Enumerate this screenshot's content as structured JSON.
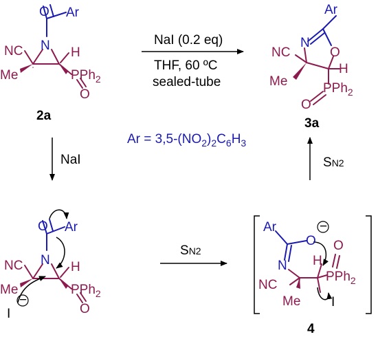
{
  "colors": {
    "black": "#000000",
    "blue": "#1a1ab0",
    "maroon": "#8c1a4f"
  },
  "labels": {
    "ar": "Ar",
    "nc": "NC",
    "n": "N",
    "o": "O",
    "h": "H",
    "me": "Me",
    "pph2": "PPh",
    "sub2": "2",
    "i": "I",
    "minus": "−"
  },
  "compounds": {
    "c2a": "2a",
    "c3a": "3a",
    "c4": "4"
  },
  "conditions": {
    "reagent": "NaI (0.2 eq)",
    "solvent": "THF, 60 ºC",
    "vessel": "sealed-tube",
    "nai": "NaI",
    "sn": "S",
    "n2": "N2"
  },
  "ar_definition": {
    "prefix": "Ar = 3,5-(NO",
    "s1": "2",
    "mid1": ")",
    "s2": "2",
    "mid2": "C",
    "s3": "6",
    "mid3": "H",
    "s4": "3"
  }
}
